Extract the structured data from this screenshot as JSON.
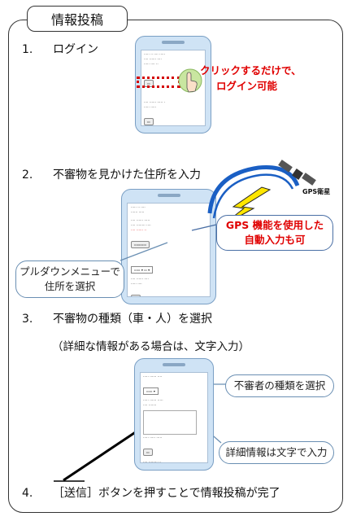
{
  "title": "情報投稿",
  "steps": [
    {
      "num": "1.",
      "text": "ログイン"
    },
    {
      "num": "2.",
      "text": "不審物を見かけた住所を入力"
    },
    {
      "num": "3.",
      "text": "不審物の種類（車・人）を選択"
    },
    {
      "num": "4.",
      "text": "［送信］ボタンを押すことで情報投稿が完了"
    }
  ],
  "step3_note": "（詳細な情報がある場合は、文字入力）",
  "login": {
    "callout_line1": "クリックするだけで、",
    "callout_line2": "ログイン可能"
  },
  "address": {
    "gps_label": "GPS衛星",
    "gps_callout_line1": "GPS 機能を使用した",
    "gps_callout_line2": "自動入力も可",
    "dropdown_callout_line1": "プルダウンメニューで",
    "dropdown_callout_line2": "住所を選択"
  },
  "type_select": {
    "type_callout": "不審者の種類を選択",
    "detail_callout": "詳細情報は文字で入力"
  },
  "icons": [
    "phone-mockup",
    "hand-cursor-icon",
    "gps-satellite-icon",
    "lightning-signal-icon"
  ],
  "colors": {
    "accent_red": "#e00000",
    "phone_blue": "#cfe3f5",
    "callout_border": "#6a8fb3"
  }
}
